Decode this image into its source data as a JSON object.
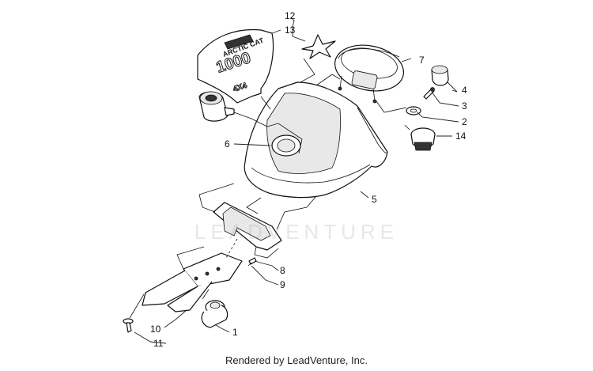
{
  "diagram": {
    "decal_lines": [
      "ARCTIC CAT",
      "1000",
      "4X4"
    ],
    "callouts": [
      {
        "id": "c12",
        "label": "12"
      },
      {
        "id": "c13",
        "label": "13"
      },
      {
        "id": "c7",
        "label": "7"
      },
      {
        "id": "c4",
        "label": "4"
      },
      {
        "id": "c3",
        "label": "3"
      },
      {
        "id": "c2",
        "label": "2"
      },
      {
        "id": "c14",
        "label": "14"
      },
      {
        "id": "c6",
        "label": "6"
      },
      {
        "id": "c5",
        "label": "5"
      },
      {
        "id": "c8",
        "label": "8"
      },
      {
        "id": "c9",
        "label": "9"
      },
      {
        "id": "c10",
        "label": "10"
      },
      {
        "id": "c11",
        "label": "11"
      },
      {
        "id": "c1",
        "label": "1"
      }
    ]
  },
  "watermark": "LEADVENTURE",
  "footer": "Rendered by LeadVenture, Inc."
}
